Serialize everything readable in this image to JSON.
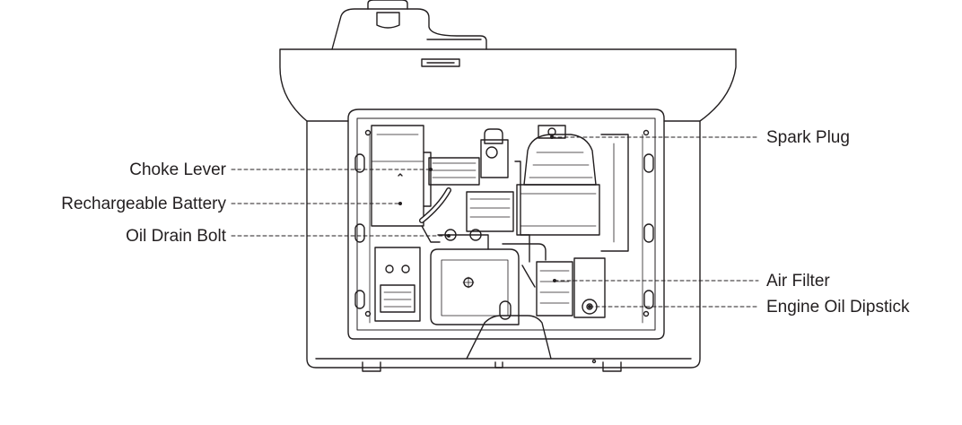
{
  "figure": {
    "subject": "generator cutaway line drawing",
    "callouts_left": [
      {
        "id": "choke-lever",
        "label": "Choke Lever"
      },
      {
        "id": "rechargeable-battery",
        "label": "Rechargeable Battery"
      },
      {
        "id": "oil-drain-bolt",
        "label": "Oil Drain Bolt"
      }
    ],
    "callouts_right": [
      {
        "id": "spark-plug",
        "label": "Spark Plug"
      },
      {
        "id": "air-filter",
        "label": "Air Filter"
      },
      {
        "id": "engine-oil-dipstick",
        "label": "Engine Oil Dipstick"
      }
    ],
    "colors": {
      "line": "#231f20",
      "background": "#ffffff"
    }
  }
}
